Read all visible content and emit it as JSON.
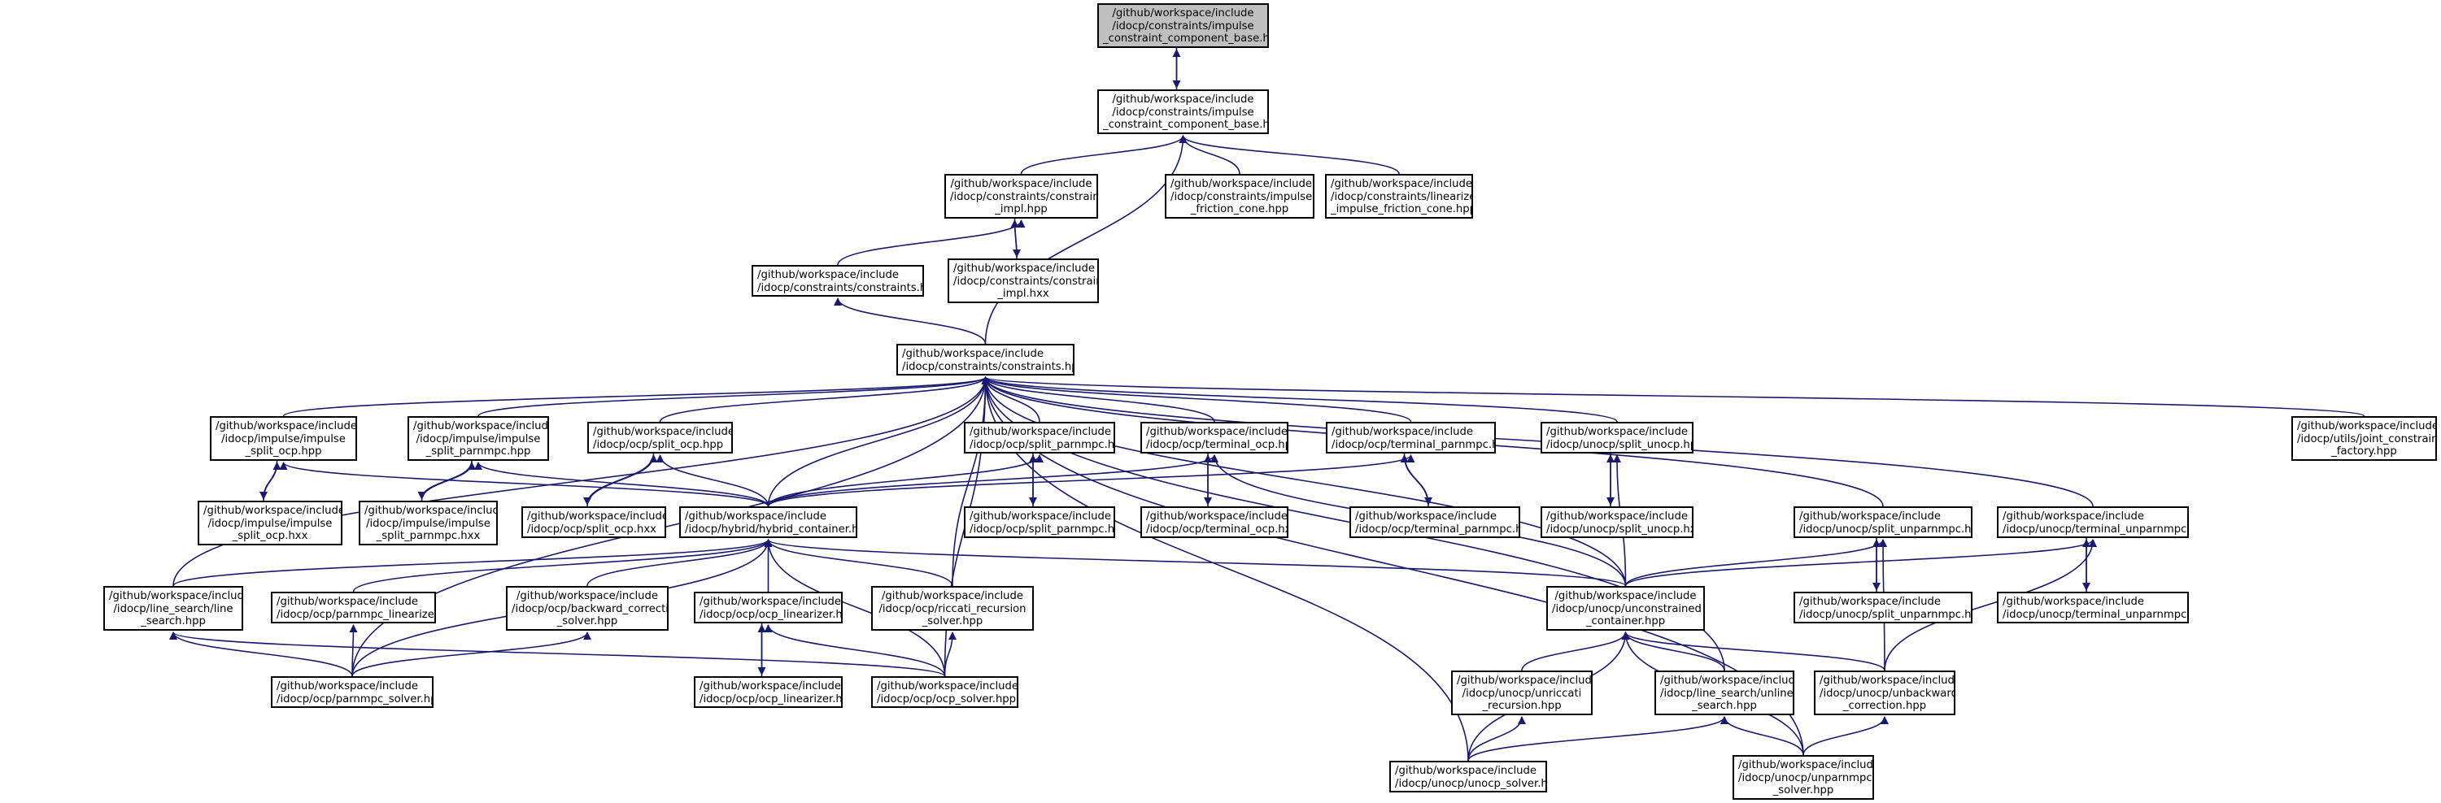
{
  "nodes": {
    "n1": [
      "/github/workspace/include",
      "/idocp/constraints/impulse",
      "_constraint_component_base.hxx"
    ],
    "n2": [
      "/github/workspace/include",
      "/idocp/constraints/impulse",
      "_constraint_component_base.hpp"
    ],
    "n3": [
      "/github/workspace/include",
      "/idocp/constraints/constraints",
      "_impl.hpp"
    ],
    "n4": [
      "/github/workspace/include",
      "/idocp/constraints/impulse",
      "_friction_cone.hpp"
    ],
    "n5": [
      "/github/workspace/include",
      "/idocp/constraints/linearized",
      "_impulse_friction_cone.hpp"
    ],
    "n6": [
      "/github/workspace/include",
      "/idocp/constraints/constraints.hxx"
    ],
    "n7": [
      "/github/workspace/include",
      "/idocp/constraints/constraints",
      "_impl.hxx"
    ],
    "n8": [
      "/github/workspace/include",
      "/idocp/constraints/constraints.hpp"
    ],
    "n9": [
      "/github/workspace/include",
      "/idocp/impulse/impulse",
      "_split_ocp.hpp"
    ],
    "n10": [
      "/github/workspace/include",
      "/idocp/impulse/impulse",
      "_split_parnmpc.hpp"
    ],
    "n11": [
      "/github/workspace/include",
      "/idocp/ocp/split_ocp.hpp"
    ],
    "n12": [
      "/github/workspace/include",
      "/idocp/ocp/split_parnmpc.hpp"
    ],
    "n13": [
      "/github/workspace/include",
      "/idocp/ocp/terminal_ocp.hpp"
    ],
    "n14": [
      "/github/workspace/include",
      "/idocp/ocp/terminal_parnmpc.hpp"
    ],
    "n15": [
      "/github/workspace/include",
      "/idocp/unocp/split_unocp.hpp"
    ],
    "n16": [
      "/github/workspace/include",
      "/idocp/utils/joint_constraints",
      "_factory.hpp"
    ],
    "n17": [
      "/github/workspace/include",
      "/idocp/impulse/impulse",
      "_split_ocp.hxx"
    ],
    "n18": [
      "/github/workspace/include",
      "/idocp/impulse/impulse",
      "_split_parnmpc.hxx"
    ],
    "n19": [
      "/github/workspace/include",
      "/idocp/ocp/split_ocp.hxx"
    ],
    "n20": [
      "/github/workspace/include",
      "/idocp/hybrid/hybrid_container.hpp"
    ],
    "n21": [
      "/github/workspace/include",
      "/idocp/ocp/split_parnmpc.hxx"
    ],
    "n22": [
      "/github/workspace/include",
      "/idocp/ocp/terminal_ocp.hxx"
    ],
    "n23": [
      "/github/workspace/include",
      "/idocp/ocp/terminal_parnmpc.hxx"
    ],
    "n24": [
      "/github/workspace/include",
      "/idocp/unocp/split_unocp.hxx"
    ],
    "n25": [
      "/github/workspace/include",
      "/idocp/unocp/split_unparnmpc.hpp"
    ],
    "n26": [
      "/github/workspace/include",
      "/idocp/unocp/terminal_unparnmpc.hpp"
    ],
    "n27": [
      "/github/workspace/include",
      "/idocp/unocp/split_unparnmpc.hxx"
    ],
    "n28": [
      "/github/workspace/include",
      "/idocp/unocp/terminal_unparnmpc.hxx"
    ],
    "n29": [
      "/github/workspace/include",
      "/idocp/line_search/line",
      "_search.hpp"
    ],
    "n30": [
      "/github/workspace/include",
      "/idocp/ocp/parnmpc_linearizer.hpp"
    ],
    "n31": [
      "/github/workspace/include",
      "/idocp/ocp/backward_correction",
      "_solver.hpp"
    ],
    "n32": [
      "/github/workspace/include",
      "/idocp/ocp/ocp_linearizer.hpp"
    ],
    "n33": [
      "/github/workspace/include",
      "/idocp/ocp/riccati_recursion",
      "_solver.hpp"
    ],
    "n34": [
      "/github/workspace/include",
      "/idocp/unocp/unconstrained",
      "_container.hpp"
    ],
    "n35": [
      "/github/workspace/include",
      "/idocp/ocp/parnmpc_solver.hpp"
    ],
    "n36": [
      "/github/workspace/include",
      "/idocp/ocp/ocp_linearizer.hxx"
    ],
    "n37": [
      "/github/workspace/include",
      "/idocp/ocp/ocp_solver.hpp"
    ],
    "n38": [
      "/github/workspace/include",
      "/idocp/unocp/unriccati",
      "_recursion.hpp"
    ],
    "n39": [
      "/github/workspace/include",
      "/idocp/line_search/unline",
      "_search.hpp"
    ],
    "n40": [
      "/github/workspace/include",
      "/idocp/unocp/unbackward",
      "_correction.hpp"
    ],
    "n41": [
      "/github/workspace/include",
      "/idocp/unocp/unocp_solver.hpp"
    ],
    "n42": [
      "/github/workspace/include",
      "/idocp/unocp/unparnmpc",
      "_solver.hpp"
    ]
  },
  "colors": {
    "edge": "#191970",
    "node_border": "#000000",
    "current_fill": "#bfbfbf",
    "node_fill": "#ffffff"
  }
}
